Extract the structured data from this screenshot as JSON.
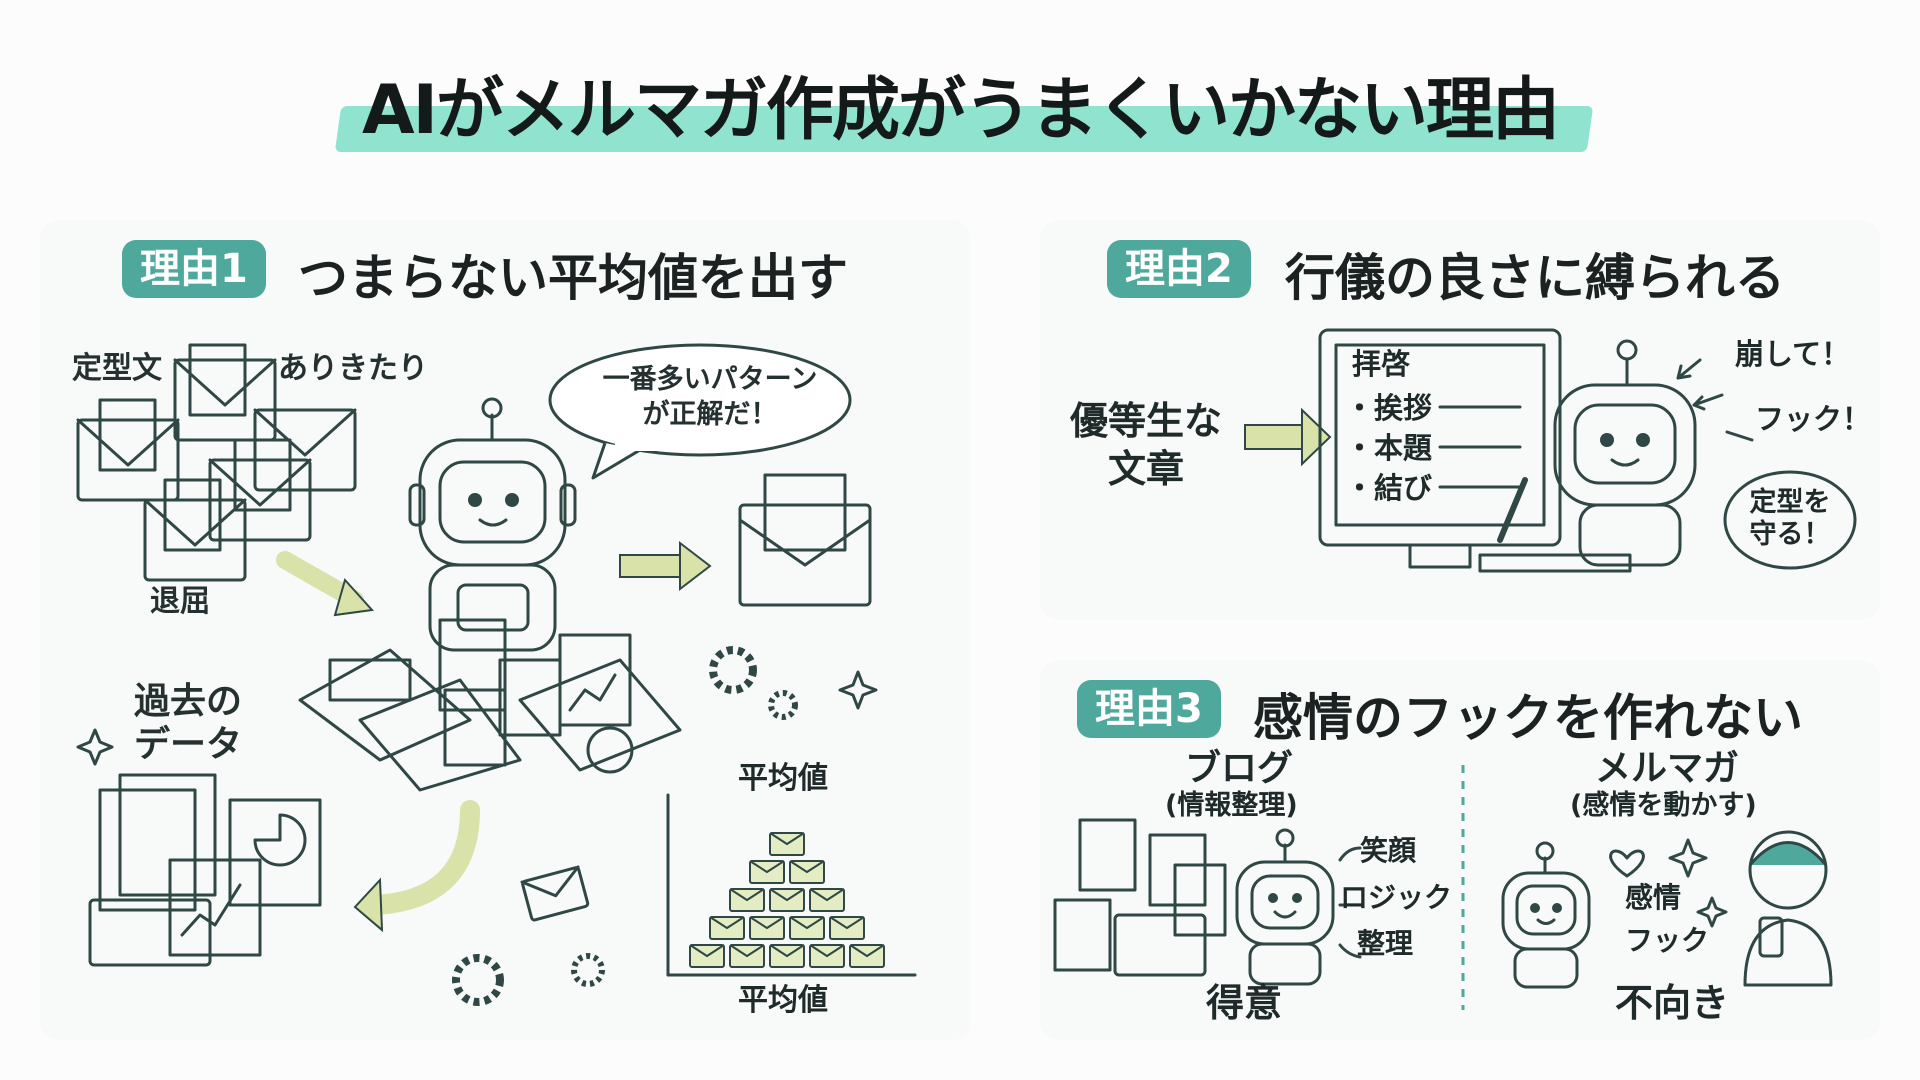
{
  "title": "AIがメルマガ作成がうまくいかない理由",
  "colors": {
    "accent": "#4fa89c",
    "highlight": "#8fe3cf",
    "envelope": "#e4ecc4",
    "robot": "#dff0ea"
  },
  "reason1": {
    "badge": "理由1",
    "heading": "つまらない平均値を出す",
    "labels": {
      "template": "定型文",
      "common": "ありきたり",
      "boring": "退屈",
      "past_data": "過去の\nデータ"
    },
    "speech": "一番多いパターン\nが正解だ！",
    "pyramid_top": "平均値",
    "pyramid_bottom": "平均値"
  },
  "reason2": {
    "badge": "理由2",
    "heading": "行儀の良さに縛られる",
    "honor_student": "優等生な\n文章",
    "screen_lines": [
      "拝啓",
      "・挨拶",
      "・本題",
      "・結び"
    ],
    "calls": [
      "崩して！",
      "フック！"
    ],
    "robot_speech": "定型を\n守る！"
  },
  "reason3": {
    "badge": "理由3",
    "heading": "感情のフックを作れない",
    "blog": {
      "title": "ブログ",
      "subtitle": "(情報整理)",
      "tags": [
        "笑顔",
        "ロジック",
        "整理"
      ],
      "verdict": "得意"
    },
    "mailmag": {
      "title": "メルマガ",
      "subtitle": "(感情を動かす)",
      "tags": [
        "感情",
        "フック"
      ],
      "verdict": "不向き"
    }
  }
}
